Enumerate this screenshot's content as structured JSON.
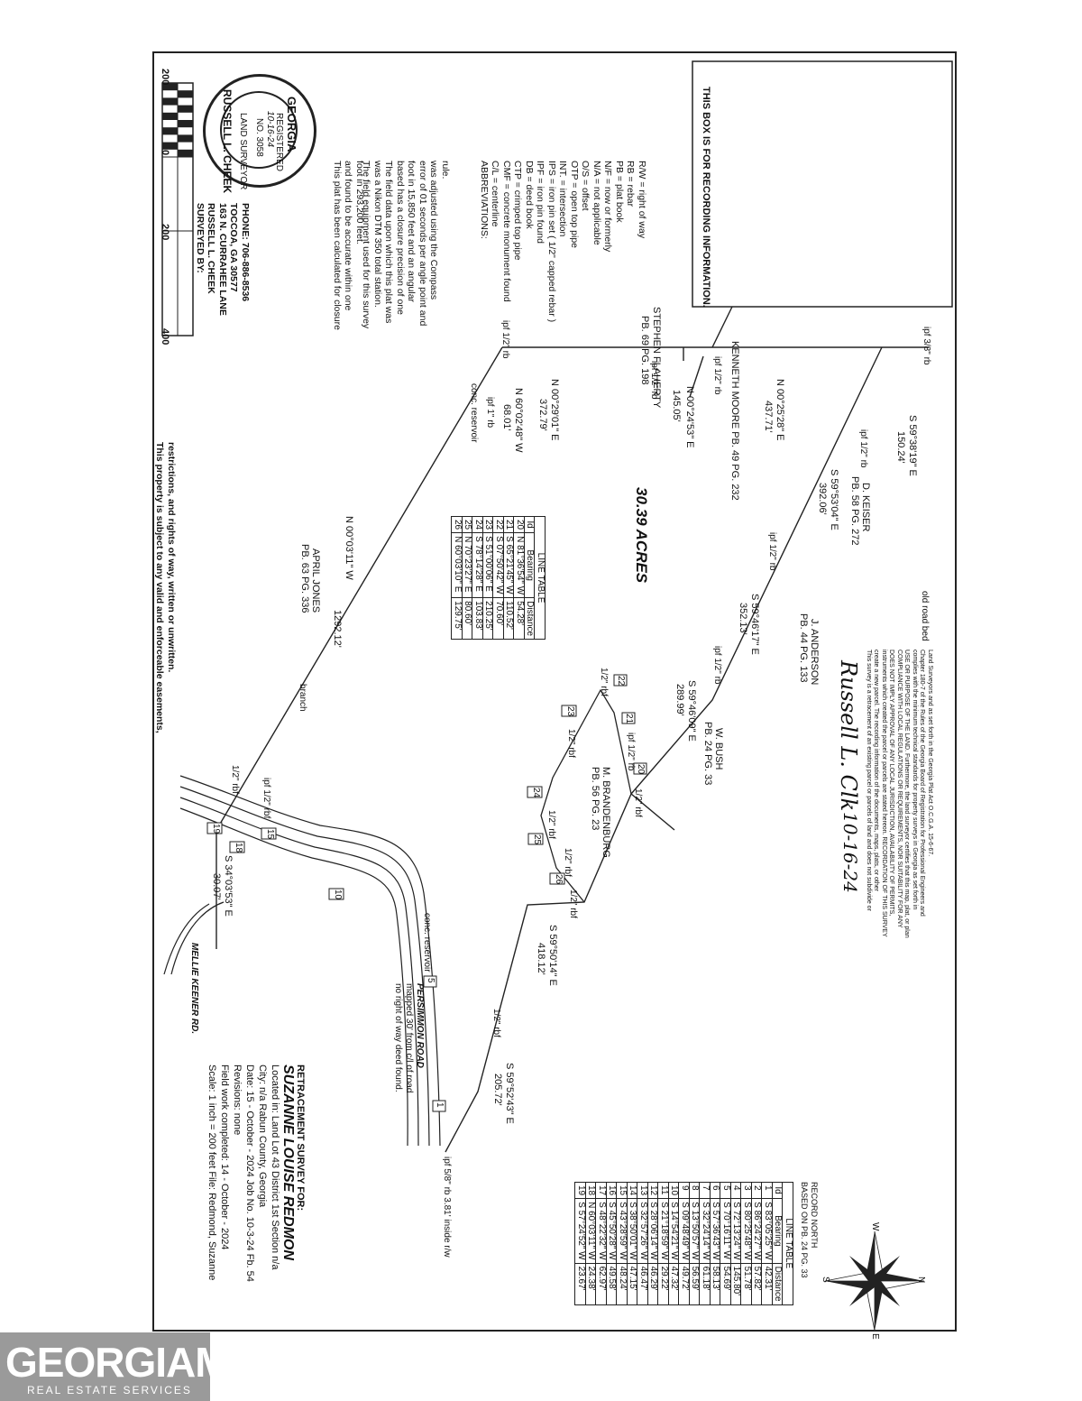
{
  "recording_box": "THIS BOX IS FOR RECORDING INFORMATION.",
  "abbreviations": {
    "title": "ABBREVIATIONS:",
    "items": [
      "C/L = centerline",
      "CMF = concrete monument found",
      "CTP = crimped top pipe",
      "DB = deed book",
      "IPF = iron pin found",
      "IPS = iron pin set ( 1/2\" capped rebar )",
      "INT. = intersection",
      "OTP = open top pipe",
      "O/S = offset",
      "N/A = not applicable",
      "N/F = now or formerly",
      "PB = plat book",
      "RB = rebar",
      "R/W = right of way"
    ]
  },
  "field_notes": [
    "The field equipment used for this survey",
    "was a Nikon DTM 350 total station.",
    "The field data upon which this plat was",
    "based has a closure precision of one",
    "foot in 15,850 feet and an angular",
    "error of 01 seconds per angle point and",
    "was adjusted using the Compass",
    "rule."
  ],
  "calc_notes": [
    "This plat has been calculated for closure",
    "and found to be accurate within one",
    "foot in 293,200 feet."
  ],
  "seal": {
    "state": "GEORGIA",
    "name": "RUSSELL L. CHEEK",
    "reg": "REGISTERED",
    "no": "NO. 3058",
    "land": "LAND SURVEYOR",
    "date": "10-16-24"
  },
  "scale_bar": {
    "labels": [
      "200",
      "0",
      "200",
      "400"
    ]
  },
  "surveyed_by": [
    "SURVEYED BY:",
    "RUSSELL L. CHEEK",
    "163 N. CURRAHEE LANE",
    "TOCCOA, GA 30577",
    "PHONE: 706-886-8536"
  ],
  "easement_note": [
    "This property is subject to any valid and enforceable easements,",
    "restrictions, and rights of way, written or unwritten."
  ],
  "acres": "30.39 ACRES",
  "adjoiners": [
    "STEPHEN FLAHERTY",
    "PB. 69 PG. 198",
    "KENNETH MOORE  PB. 49 PG. 232",
    "D. KEISER",
    "PB. 58 PG. 272",
    "J. ANDERSON",
    "PB. 44 PG. 133",
    "W. BUSH",
    "PB. 24 PG. 33",
    "M. BRANDENBURG",
    "PB. 56 PG. 23",
    "APRIL JONES",
    "PB. 63 PG. 336"
  ],
  "courses": [
    {
      "bearing": "N 00°29'01\" E",
      "dist": "372.79'"
    },
    {
      "bearing": "N 00°25'28\" E",
      "dist": "437.71'"
    },
    {
      "bearing": "N 00°24'53\" E",
      "dist": "145.05'"
    },
    {
      "bearing": "N 60°02'48\" W",
      "dist": "68.01'"
    },
    {
      "bearing": "S 59°38'19\" E",
      "dist": "150.24'"
    },
    {
      "bearing": "S 59°53'04\" E",
      "dist": "392.06'"
    },
    {
      "bearing": "S 59°46'17\" E",
      "dist": "352.13'"
    },
    {
      "bearing": "S 59°46'09\" E",
      "dist": "289.99'"
    },
    {
      "bearing": "N 00°03'11\" W",
      "dist": "1292.12'"
    },
    {
      "bearing": "S 59°50'14\" E",
      "dist": "418.12'"
    },
    {
      "bearing": "S 59°52'43\" E",
      "dist": "205.72'"
    },
    {
      "bearing": "S 34°03'53\" E",
      "dist": "30.07'"
    }
  ],
  "pins": [
    "ipf 3/8\" rb",
    "ipf 1/2\" rb",
    "ipf 1/2\" rb",
    "ipf 1/2\" rb",
    "ipf 1/2\" rb",
    "ipf 1/2\" rb",
    "ipf 1/2\" rb",
    "ipf 1/2\" rb",
    "ipf 1\" rb",
    "1/2\" rbf",
    "1/2\" rbf",
    "1/2\" rbf",
    "1/2\" rbf",
    "1/2\" rbf",
    "1/2\" rbf",
    "1/2\" rbf",
    "ipf 1/2\" rbf",
    "1/2\" rbf",
    "ipf 5/8\" rb  3.81' inside r/w"
  ],
  "features": [
    "conc. reservoir",
    "conc. reservoir",
    "branch",
    "old road bed",
    "PERSIMMON ROAD",
    "mapped 30' from c/l of road",
    "no right of way deed found.",
    "MELLIE KEENER RD."
  ],
  "cert_text": [
    "This survey is a retracement of an existing parcel or parcels of land and does not subdivide or",
    "create a new parcel. The recording information of the documents, maps, plats, or other",
    "instruments which created the parcel or parcels are stated hereon. RECORDATION OF THIS SURVEY",
    "DOES NOT IMPLY APPROVAL OF ANY LOCAL JURISDICTION, AVAILABILITY OF PERMITS,",
    "COMPLIANCE WITH LOCAL REGULATIONS OR REQUIREMENTS, NOR SUITABILITY FOR ANY",
    "USE OR PURPOSE OF THE LAND. Furthermore, the land surveyor certifies that this map, plat, or plan",
    "complies with the minimum technical standards for property surveys in Georgia as set forth in",
    "Chapter 180-7 of the Rules of the Georgia Board of Registration for Professional Engineers and",
    "Land Surveyors and as set forth in the Georgia Plat Act O.C.G.A. 15-6-67."
  ],
  "signature": "Russell L. Clk",
  "sig_date": "10-16-24",
  "line_table_1": {
    "title": "LINE TABLE",
    "headers": [
      "Id",
      "Bearing",
      "Distance"
    ],
    "rows": [
      [
        "20",
        "N 81°36'54\" W",
        "54.28'"
      ],
      [
        "21",
        "S 65°21'45\" W",
        "110.52'"
      ],
      [
        "22",
        "S 07°50'42\" W",
        "70.60'"
      ],
      [
        "23",
        "S 51°00'06\" E",
        "210.25'"
      ],
      [
        "24",
        "S 78°14'28\" E",
        "103.83'"
      ],
      [
        "25",
        "N 70°23'27\" E",
        "80.60'"
      ],
      [
        "26",
        "N 60°03'10\" E",
        "129.75'"
      ]
    ]
  },
  "record_north": [
    "RECORD NORTH",
    "BASED ON PB. 24 PG. 33"
  ],
  "compass": [
    "N",
    "E",
    "S",
    "W"
  ],
  "line_table_2": {
    "title": "LINE TABLE",
    "headers": [
      "Id",
      "Bearing",
      "Distance"
    ],
    "rows": [
      [
        "1",
        "S 83°05'25\" W",
        "42.31'"
      ],
      [
        "2",
        "S 86°24'27\" W",
        "57.82'"
      ],
      [
        "3",
        "S 80°25'48\" W",
        "51.78'"
      ],
      [
        "4",
        "S 72°13'24\" W",
        "145.80'"
      ],
      [
        "5",
        "S 70°16'11\" W",
        "54.69'"
      ],
      [
        "6",
        "S 57°36'43\" W",
        "58.13'"
      ],
      [
        "7",
        "S 32°24'14\" W",
        "61.18'"
      ],
      [
        "8",
        "S 13°50'57\" W",
        "56.59'"
      ],
      [
        "9",
        "S 09°48'49\" W",
        "49.72'"
      ],
      [
        "10",
        "S 14°54'21\" W",
        "47.32'"
      ],
      [
        "11",
        "S 21°18'59\" W",
        "29.22'"
      ],
      [
        "12",
        "S 28°06'14\" W",
        "46.29'"
      ],
      [
        "13",
        "S 32°57'26\" W",
        "46.47'"
      ],
      [
        "14",
        "S 38°50'01\" W",
        "47.15'"
      ],
      [
        "15",
        "S 43°28'59\" W",
        "48.24'"
      ],
      [
        "16",
        "S 45°50'28\" W",
        "49.58'"
      ],
      [
        "17",
        "S 48°22'32\" W",
        "62.97'"
      ],
      [
        "18",
        "N 60°03'11\" W",
        "24.38'"
      ],
      [
        "19",
        "S 57°24'52\" W",
        "23.67'"
      ]
    ]
  },
  "title_block": {
    "heading": "RETRACEMENT SURVEY FOR:",
    "owner": "SUZANNE LOUISE REDMON",
    "lines": [
      "Located in: Land Lot  43   District  1st   Section  n/a",
      "City:  n/a     Rabun     County, Georgia",
      "Date:  15 - October - 2024   Job No.  10-3-24   Fb.  54",
      "Revisions:            none",
      "Field work completed:   14 - October - 2024",
      "Scale: 1 inch =  200  feet   File:  Redmond, Suzanne"
    ]
  },
  "segment_ids": [
    "1",
    "5",
    "10",
    "15",
    "18",
    "19",
    "20",
    "21",
    "22",
    "23",
    "24",
    "25",
    "26"
  ],
  "logo": {
    "brand": "GEORGIAMLS",
    "tagline": "REAL ESTATE SERVICES"
  }
}
